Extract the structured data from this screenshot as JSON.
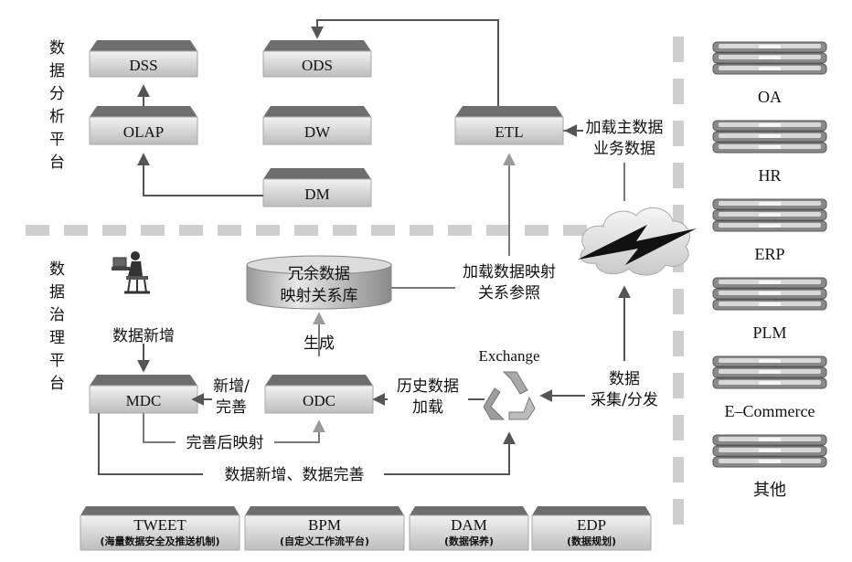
{
  "platforms": {
    "analysis": "数据分析平台",
    "governance": "数据治理平台"
  },
  "boxes": {
    "dss": "DSS",
    "ods": "ODS",
    "olap": "OLAP",
    "dw": "DW",
    "etl": "ETL",
    "dm": "DM",
    "mdc": "MDC",
    "odc": "ODC"
  },
  "database": {
    "line1": "冗余数据",
    "line2": "映射关系库"
  },
  "labels": {
    "etl_source_1": "加载主数据",
    "etl_source_2": "业务数据",
    "mapping_ref_1": "加载数据映射",
    "mapping_ref_2": "关系参照",
    "generate": "生成",
    "data_add": "数据新增",
    "add_improve_1": "新增/",
    "add_improve_2": "完善",
    "history_load_1": "历史数据",
    "history_load_2": "加载",
    "exchange": "Exchange",
    "collect_1": "数据",
    "collect_2": "采集/分发",
    "post_mapping": "完善后映射",
    "add_improve_bottom": "数据新增、数据完善"
  },
  "systems": [
    "OA",
    "HR",
    "ERP",
    "PLM",
    "E–Commerce",
    "其他"
  ],
  "bottom_modules": [
    {
      "title": "TWEET",
      "subtitle": "(海量数据安全及推送机制)"
    },
    {
      "title": "BPM",
      "subtitle": "(自定义工作流平台)"
    },
    {
      "title": "DAM",
      "subtitle": "(数据保养)"
    },
    {
      "title": "EDP",
      "subtitle": "(数据规划)"
    }
  ],
  "colors": {
    "box_top": "#6e6e6e",
    "box_face": "#d6d6d6",
    "line": "#7a7a7a",
    "dash": "#cfcfcf"
  }
}
